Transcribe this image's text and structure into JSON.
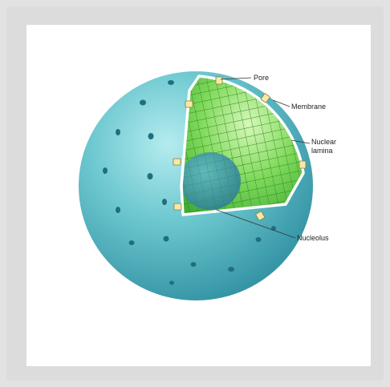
{
  "diagram": {
    "labels": {
      "pore": "Pore",
      "membrane": "Membrane",
      "lamina_line1": "Nuclear",
      "lamina_line2": "lamina",
      "nucleolus": "Nucleolus"
    },
    "colors": {
      "sphere": "#6cc7cf",
      "sphere_shadow": "#3e9fae",
      "pore_hole": "#1f6f80",
      "lamina_green": "#57c544",
      "lamina_light": "#bff0a3",
      "nucleolus": "#3f9cae",
      "membrane_rim": "#ffffff"
    }
  }
}
